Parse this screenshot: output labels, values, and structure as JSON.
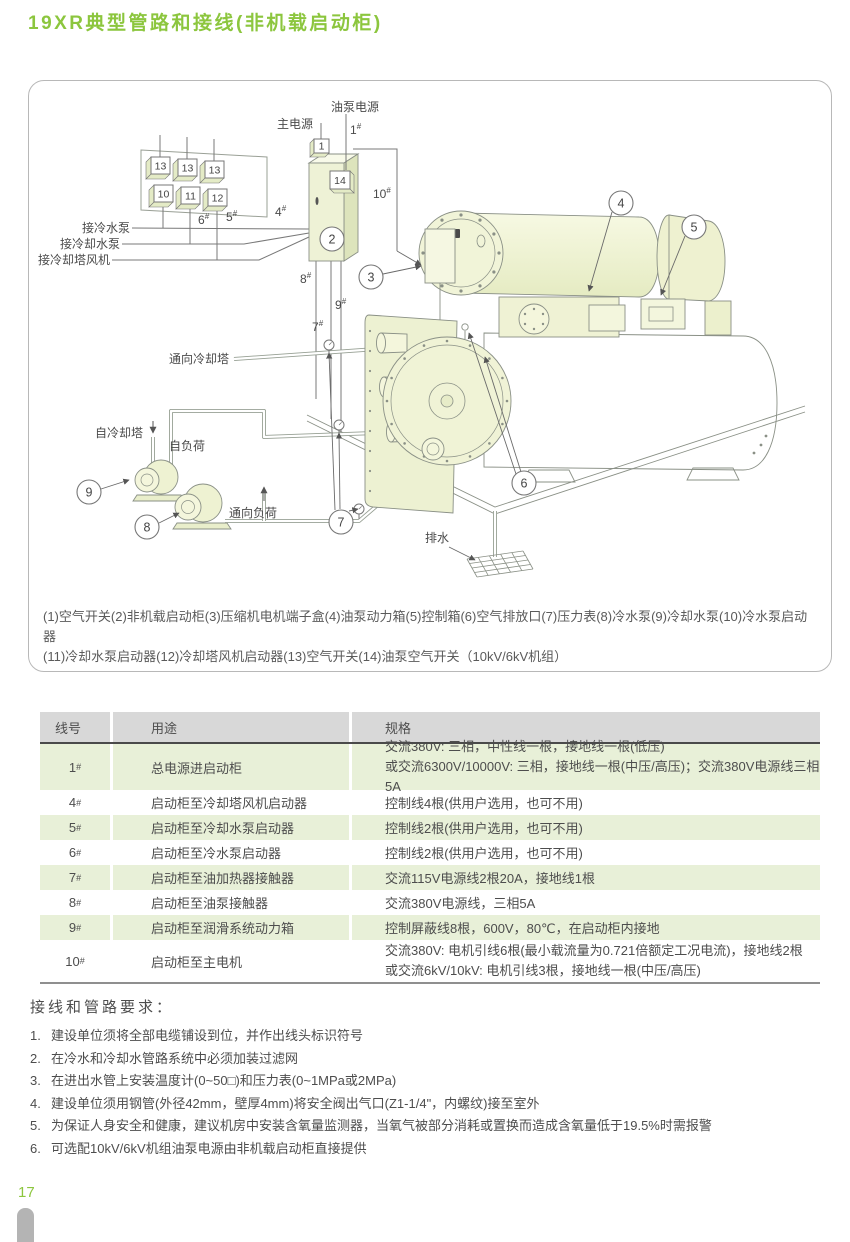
{
  "page": {
    "title": "19XR典型管路和接线(非机载启动柜)",
    "page_number": "17"
  },
  "diagram": {
    "hash": "#",
    "labels": {
      "main_power": "主电源",
      "oil_pump_power": "油泵电源",
      "to_chilled_pump": "接冷水泵",
      "to_cooling_pump": "接冷却水泵",
      "to_tower_fan": "接冷却塔风机",
      "to_cooling_tower": "通向冷却塔",
      "from_cooling_tower": "自冷却塔",
      "from_load": "自负荷",
      "to_load": "通向负荷",
      "drain": "排水"
    },
    "wires": {
      "w1": "1",
      "w4": "4",
      "w5": "5",
      "w6": "6",
      "w7": "7",
      "w8": "8",
      "w9": "9",
      "w10": "10"
    },
    "boxes": {
      "b1": "1",
      "b10": "10",
      "b11": "11",
      "b12": "12",
      "b13": "13",
      "b14": "14"
    },
    "callouts": {
      "c2": "2",
      "c3": "3",
      "c4": "4",
      "c5": "5",
      "c6": "6",
      "c7": "7",
      "c8": "8",
      "c9": "9"
    },
    "legend": [
      "(1)空气开关(2)非机载启动柜(3)压缩机电机端子盒(4)油泵动力箱(5)控制箱(6)空气排放口(7)压力表(8)冷水泵(9)冷却水泵(10)冷水泵启动器",
      "(11)冷却水泵启动器(12)冷却塔风机启动器(13)空气开关(14)油泵空气开关（10kV/6kV机组）"
    ]
  },
  "table": {
    "hash": "#",
    "headers": [
      "线号",
      "用途",
      "规格"
    ],
    "rows": [
      {
        "line": "1",
        "usage": "总电源进启动柜",
        "spec": [
          "交流380V: 三相，中性线一根，接地线一根(低压)",
          "或交流6300V/10000V: 三相，接地线一根(中压/高压)；交流380V电源线三相5A"
        ]
      },
      {
        "line": "4",
        "usage": "启动柜至冷却塔风机启动器",
        "spec": [
          "控制线4根(供用户选用，也可不用)"
        ]
      },
      {
        "line": "5",
        "usage": "启动柜至冷却水泵启动器",
        "spec": [
          "控制线2根(供用户选用，也可不用)"
        ]
      },
      {
        "line": "6",
        "usage": "启动柜至冷水泵启动器",
        "spec": [
          "控制线2根(供用户选用，也可不用)"
        ]
      },
      {
        "line": "7",
        "usage": "启动柜至油加热器接触器",
        "spec": [
          "交流115V电源线2根20A，接地线1根"
        ]
      },
      {
        "line": "8",
        "usage": "启动柜至油泵接触器",
        "spec": [
          "交流380V电源线，三相5A"
        ]
      },
      {
        "line": "9",
        "usage": "启动柜至润滑系统动力箱",
        "spec": [
          "控制屏蔽线8根，600V，80℃，在启动柜内接地"
        ]
      },
      {
        "line": "10",
        "usage": "启动柜至主电机",
        "spec": [
          "交流380V: 电机引线6根(最小载流量为0.721倍额定工况电流)，接地线2根",
          "或交流6kV/10kV: 电机引线3根，接地线一根(中压/高压)"
        ]
      }
    ]
  },
  "notes": {
    "heading": "接线和管路要求：",
    "items": [
      {
        "num": "1.",
        "text": "建设单位须将全部电缆铺设到位，并作出线头标识符号"
      },
      {
        "num": "2.",
        "text": "在冷水和冷却水管路系统中必须加装过滤网"
      },
      {
        "num": "3.",
        "text": "在进出水管上安装温度计(0~50□)和压力表(0~1MPa或2MPa)"
      },
      {
        "num": "4.",
        "text": "建设单位须用钢管(外径42mm，壁厚4mm)将安全阀出气口(Z1-1/4\"，内螺纹)接至室外"
      },
      {
        "num": "5.",
        "text": "为保证人身安全和健康，建议机房中安装含氧量监测器，当氧气被部分消耗或置换而造成含氧量低于19.5%时需报警"
      },
      {
        "num": "6.",
        "text": "可选配10kV/6kV机组油泵电源由非机载启动柜直接提供"
      }
    ]
  },
  "colors": {
    "accent_green": "#8cc63e",
    "table_header_bg": "#d8d8d8",
    "row_green": "#e8f0d8"
  }
}
